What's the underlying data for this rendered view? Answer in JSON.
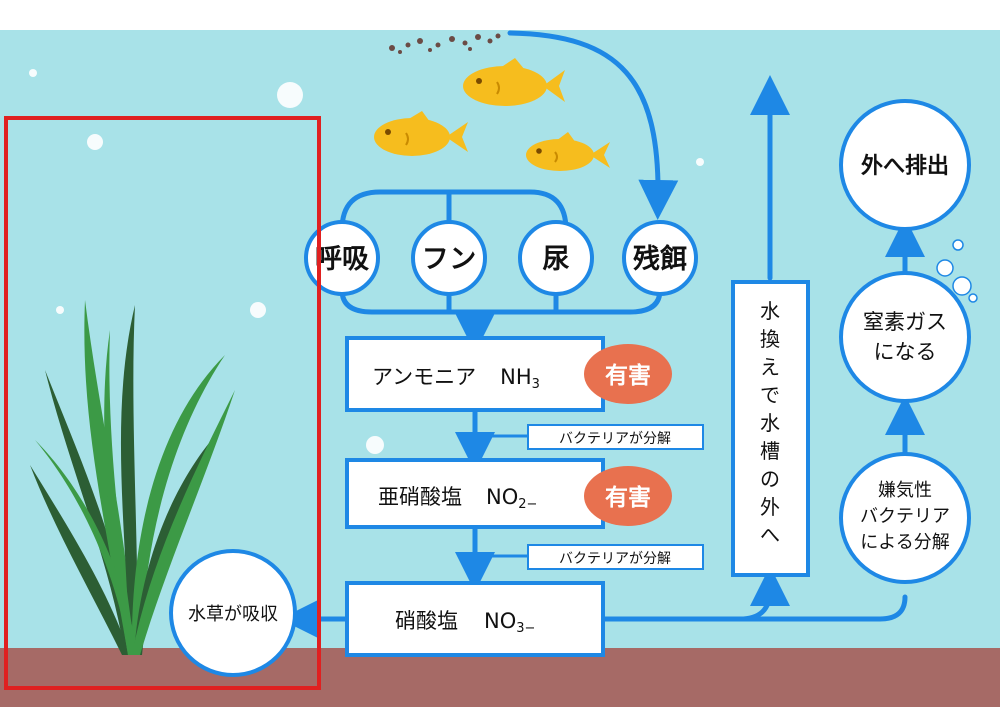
{
  "sources": [
    "呼吸",
    "フン",
    "尿",
    "残餌"
  ],
  "ammonia": {
    "name": "アンモニア",
    "formula": "NH",
    "sub": "3",
    "badge": "有害"
  },
  "nitrite": {
    "name": "亜硝酸塩",
    "formula": "NO",
    "sub": "2−",
    "badge": "有害"
  },
  "nitrate": {
    "name": "硝酸塩",
    "formula": "NO",
    "sub": "3−"
  },
  "bacteria_label_1": "バクテリアが分解",
  "bacteria_label_2": "バクテリアが分解",
  "plant_absorb": "水草が吸収",
  "water_change": [
    "水",
    "換",
    "え",
    "で",
    "水",
    "槽",
    "の",
    "外",
    "へ"
  ],
  "anaerobic": [
    "嫌気性",
    "バクテリア",
    "による分解"
  ],
  "nitrogen_gas": [
    "窒素ガス",
    "になる"
  ],
  "discharge": "外へ排出",
  "colors": {
    "water": "#a8e2e8",
    "sand": "#a66a66",
    "flow": "#1e88e5",
    "harmful_badge": "#e8714f",
    "fish": "#f6bd1e",
    "plant_light": "#3c9a46",
    "plant_dark": "#2c5e34",
    "highlight_frame": "#e02020"
  }
}
